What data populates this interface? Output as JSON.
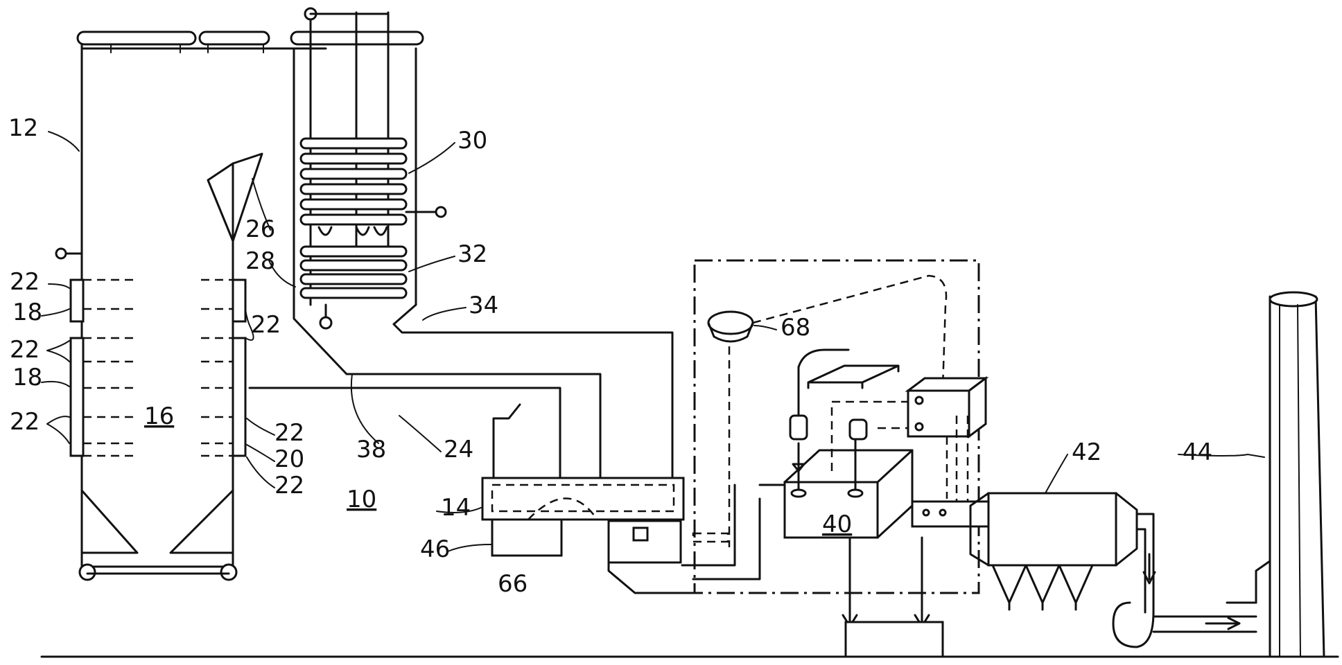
{
  "labels": {
    "boiler_plant": "10",
    "boiler": "12",
    "furnace": "16",
    "burner_row": "18",
    "burner_row_2": "18",
    "burner_22_a": "22",
    "burner_22_b": "22",
    "burner_22_c": "22",
    "burner_22_d": "22",
    "burner_22_e": "22",
    "burner_22_f": "22",
    "overfire": "20",
    "flue": "24",
    "nose": "26",
    "arch": "28",
    "superheater": "30",
    "reheater": "32",
    "economizer_outlet": "34",
    "duct": "38",
    "scrubber": "40",
    "precipitator": "42",
    "stack": "44",
    "air_heater": "14",
    "hopper": "46",
    "bypass": "66",
    "sensor": "68"
  }
}
